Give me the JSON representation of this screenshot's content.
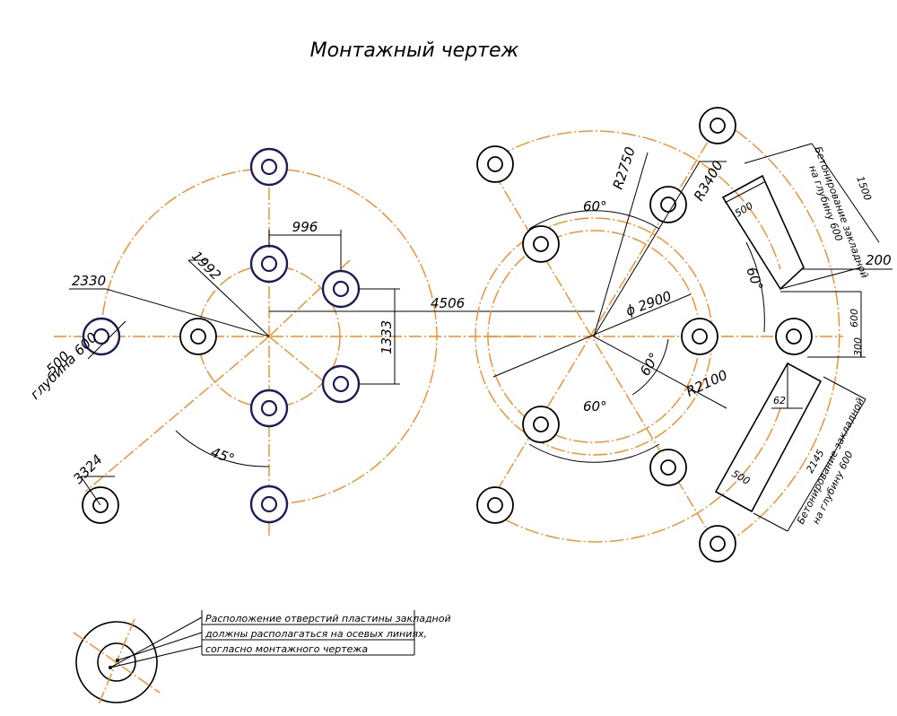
{
  "title": "Монтажный чертеж",
  "dimensions": {
    "d996": "996",
    "d1992": "1992",
    "d2330": "2330",
    "d1333": "1333",
    "d4506": "4506",
    "d500_left": "500",
    "depth_left": "глубина 600",
    "d3324": "3324",
    "angle_45": "45°",
    "diam_2900": "ϕ 2900",
    "r2750": "R2750",
    "r3400": "R3400",
    "r2100": "R2100",
    "angle_60_top": "60°",
    "angle_60_right": "60°",
    "angle_60_bottom": "60°",
    "angle_60_mid": "60°",
    "d200": "200",
    "d600": "600",
    "d300": "300",
    "d62": "62",
    "d500_upper": "500",
    "d500_lower": "500",
    "d1500": "1500",
    "d2145": "2145",
    "conc_upper_1": "Бетонирование закладной",
    "conc_upper_2": "на глубину 600",
    "conc_lower_1": "Бетонирование закладной",
    "conc_lower_2": "на глубину 600"
  },
  "note": {
    "line1": "Расположение отверстий пластины закладной",
    "line2": "должны располагаться на осевых линиях,",
    "line3": "согласно монтажного чертежа"
  },
  "colors": {
    "axis": "#f28c28",
    "outline": "#000000",
    "hole_accent": "#1c1c5a"
  }
}
